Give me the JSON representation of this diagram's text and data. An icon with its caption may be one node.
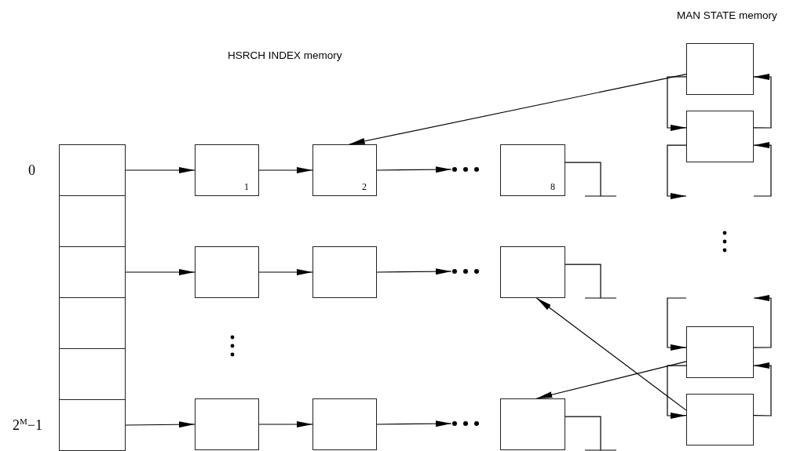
{
  "diagram": {
    "nodes": [
      {
        "text": [],
        "shape": "box",
        "beside": [
          "0"
        ]
      },
      {
        "text": [],
        "shape": "box"
      },
      {
        "text": [],
        "shape": "box"
      },
      {
        "text": [],
        "shape": "box"
      },
      {
        "text": [],
        "shape": "box"
      },
      {
        "text": [],
        "shape": "box",
        "beside": [
          "2$^{M}$−1"
        ]
      },
      {
        "text": [
          "1"
        ]
      },
      {
        "text": [
          "2"
        ]
      },
      {
        "text": [],
        "shape": "ellipsis"
      },
      {
        "text": [
          "8"
        ]
      },
      {
        "text": [],
        "shape": "box"
      },
      {
        "text": [],
        "shape": "box"
      },
      {
        "text": [],
        "shape": "ellipsis"
      },
      {
        "text": [],
        "shape": "box"
      },
      {
        "text": [],
        "shape": "box"
      },
      {
        "text": [],
        "shape": "box"
      },
      {
        "text": [],
        "shape": "ellipsis"
      },
      {
        "text": [],
        "shape": "box"
      },
      {
        "text": [],
        "shape": "box"
      },
      {
        "text": [],
        "shape": "box"
      },
      {
        "text": [],
        "shape": "box"
      },
      {
        "text": [],
        "shape": "box"
      }
    ],
    "edges": [
      {
        "from": 0,
        "to": 6,
        "arrow": "to"
      },
      {
        "from": 6,
        "to": 7,
        "arrow": "to"
      },
      {
        "from": 7,
        "to": 8,
        "arrow": "to"
      },
      {
        "from": 2,
        "to": 10,
        "arrow": "to"
      },
      {
        "from": 10,
        "to": 11,
        "arrow": "to"
      },
      {
        "from": 11,
        "to": 12,
        "arrow": "to"
      },
      {
        "from": 5,
        "to": 14,
        "arrow": "to"
      },
      {
        "from": 14,
        "to": 15,
        "arrow": "to"
      },
      {
        "from": 15,
        "to": 16,
        "arrow": "to"
      },
      {
        "from": 18,
        "to": 7,
        "arrow": "to"
      },
      {
        "from": 20,
        "to": 17,
        "arrow": "to"
      },
      {
        "from": 21,
        "to": 13,
        "arrow": "to"
      },
      {
        "from": 18,
        "to": 19,
        "arrow": "to"
      },
      {
        "from": 19,
        "to": 18,
        "arrow": "to"
      },
      {
        "from": 19,
        "to": null,
        "arrow": "to"
      },
      {
        "from": null,
        "to": 19,
        "arrow": "to"
      },
      {
        "from": null,
        "to": 20,
        "arrow": "to"
      },
      {
        "from": 20,
        "to": null,
        "arrow": "to"
      },
      {
        "from": 20,
        "to": 21,
        "arrow": "to"
      },
      {
        "from": 21,
        "to": 20,
        "arrow": "to"
      }
    ],
    "labels": [
      "HSRCH INDEX memory",
      "MAN STATE memory"
    ]
  }
}
